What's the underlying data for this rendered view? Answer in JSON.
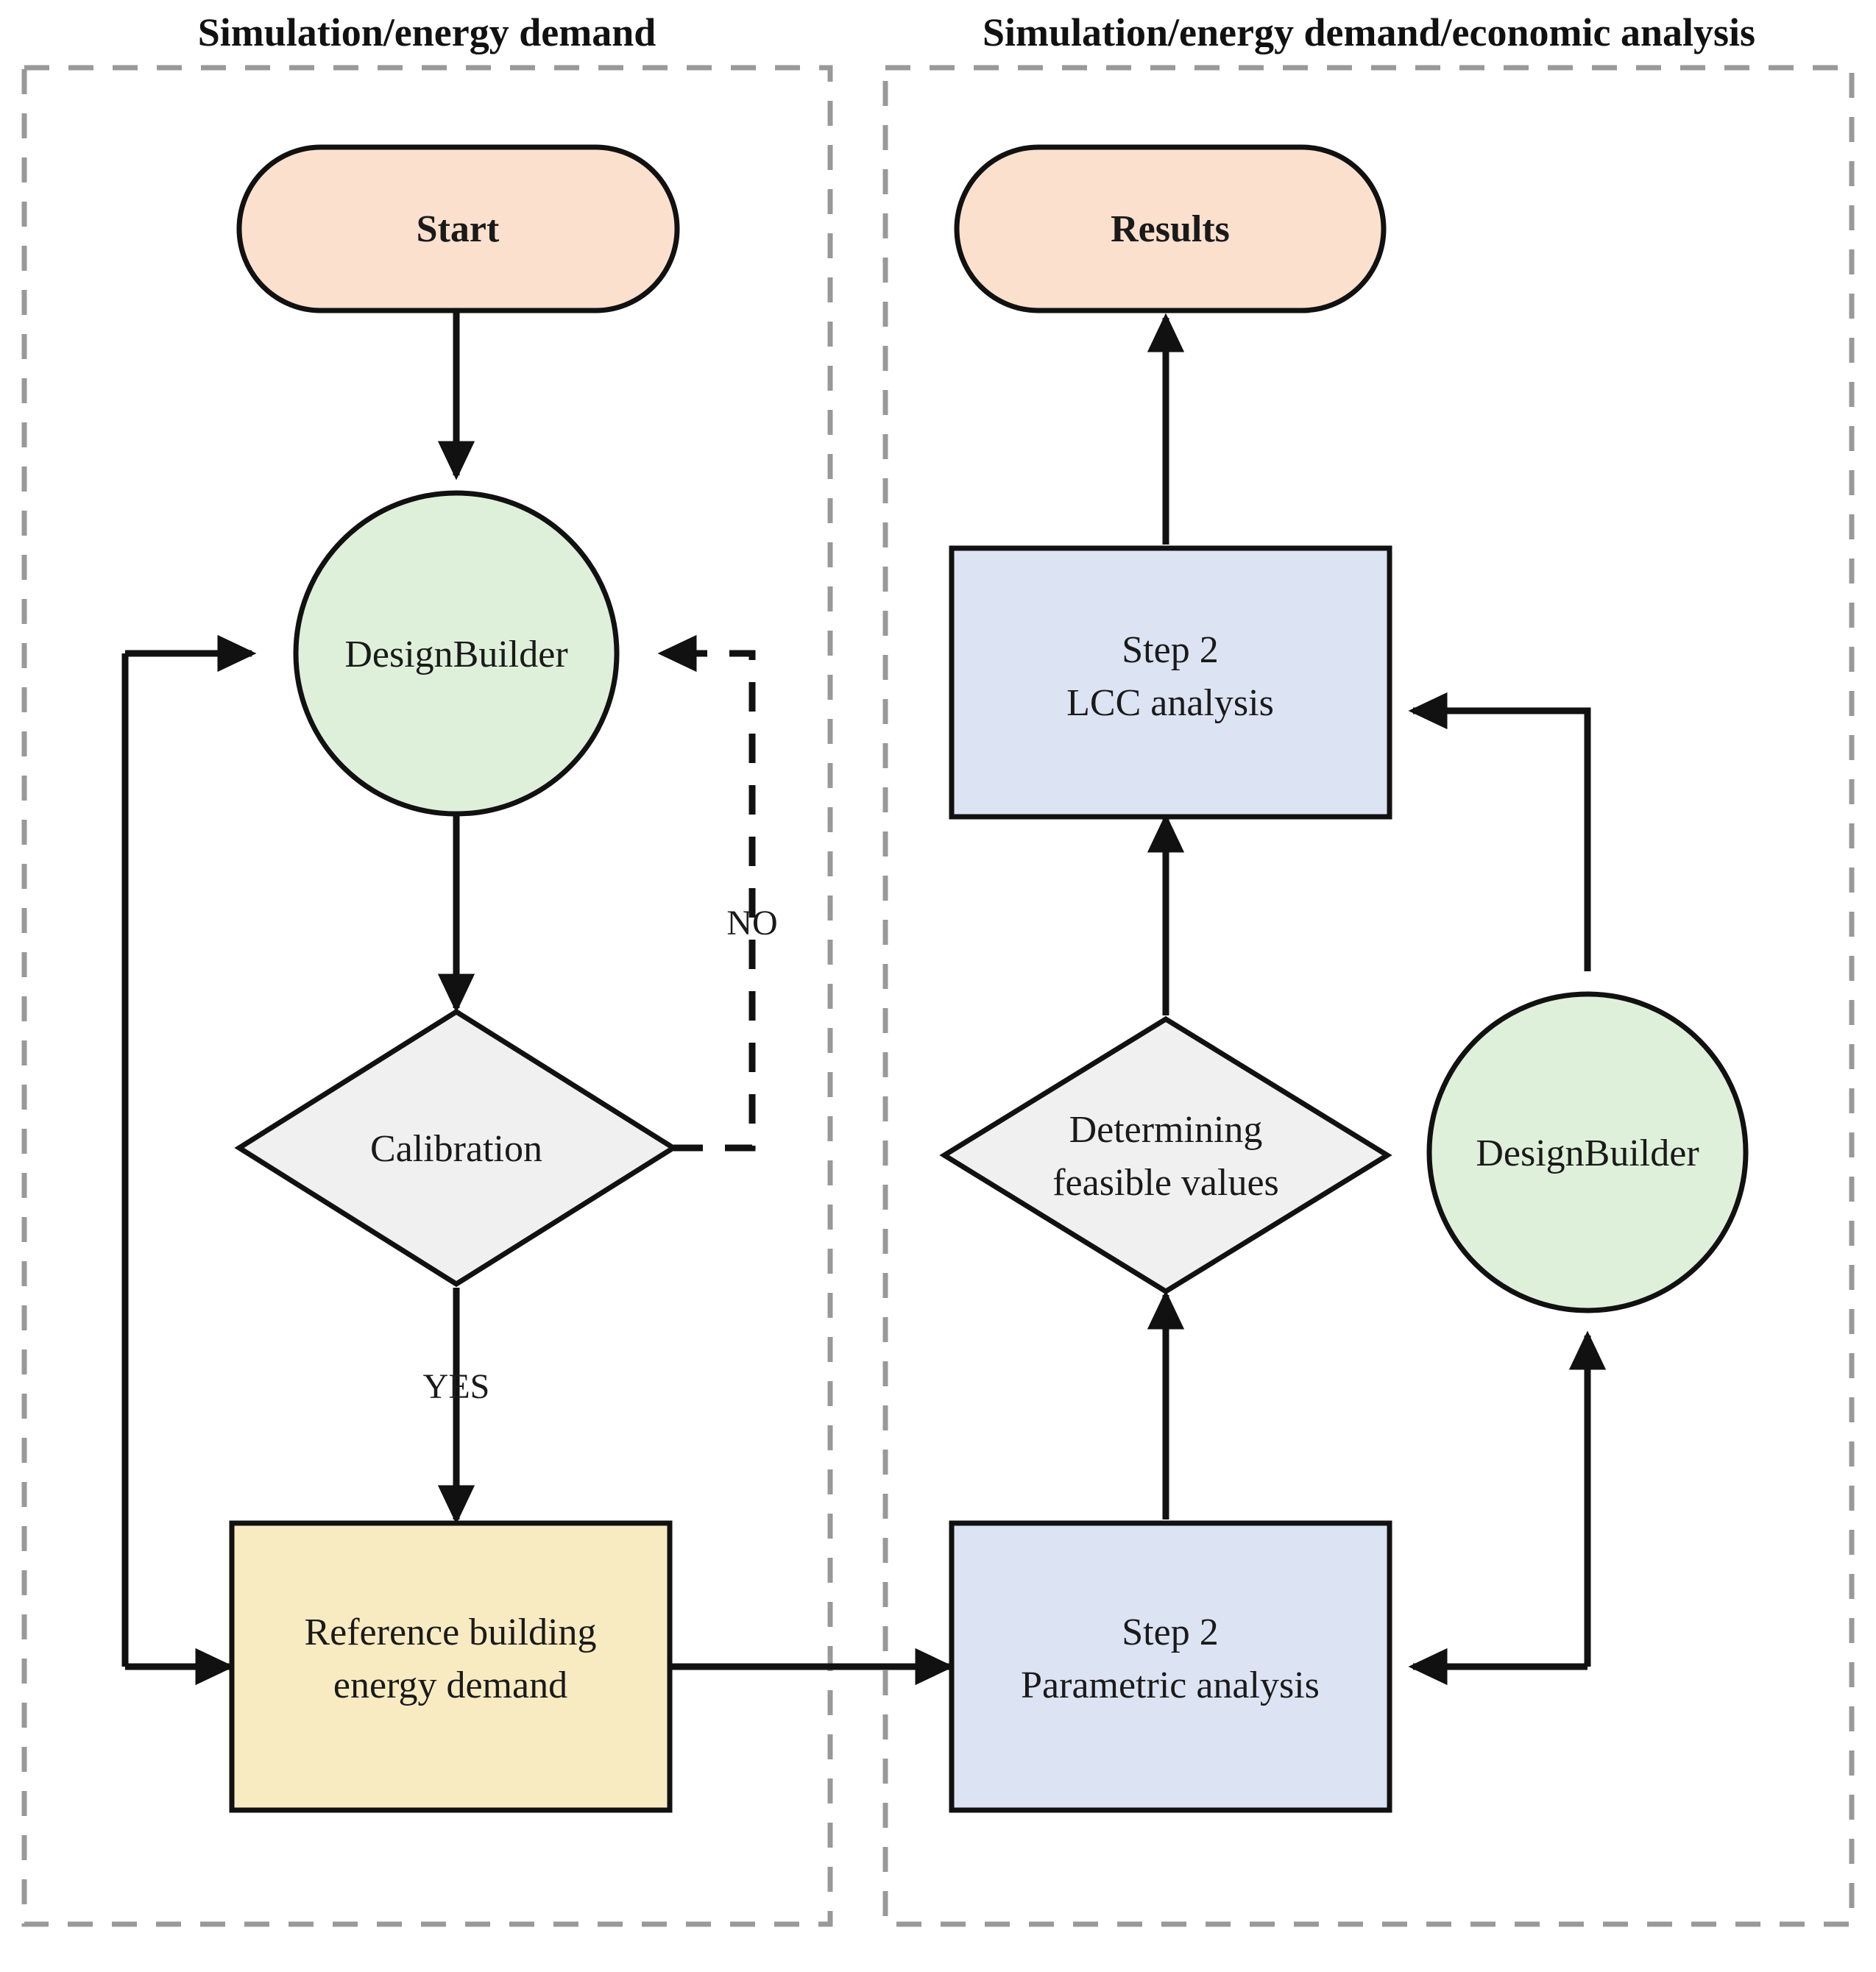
{
  "diagram": {
    "title": "Simulation workflow flowchart",
    "groups": [
      {
        "id": "left",
        "label": "Simulation/energy demand"
      },
      {
        "id": "right",
        "label": "Simulation/energy demand/economic analysis"
      }
    ],
    "nodes": [
      {
        "id": "start",
        "label": "Start",
        "shape": "stadium",
        "fill": "#FBE0CE"
      },
      {
        "id": "designbuilder_left",
        "label": "DesignBuilder",
        "shape": "circle",
        "fill": "#DFF0DA"
      },
      {
        "id": "calibration",
        "label": "Calibration",
        "shape": "diamond",
        "fill": "#F0F0F0"
      },
      {
        "id": "reference_building",
        "label_line1": "Reference building",
        "label_line2": "energy demand",
        "shape": "rect",
        "fill": "#F8EBC2"
      },
      {
        "id": "results",
        "label": "Results",
        "shape": "stadium",
        "fill": "#FBE0CE"
      },
      {
        "id": "lcc",
        "label_line1": "Step 2",
        "label_line2": "LCC analysis",
        "shape": "rect",
        "fill": "#DCE3F2"
      },
      {
        "id": "feasible",
        "label_line1": "Determining",
        "label_line2": "feasible values",
        "shape": "diamond",
        "fill": "#F0F0F0"
      },
      {
        "id": "designbuilder_right",
        "label": "DesignBuilder",
        "shape": "circle",
        "fill": "#DFF0DA"
      },
      {
        "id": "parametric",
        "label_line1": "Step 2",
        "label_line2": "Parametric analysis",
        "shape": "rect",
        "fill": "#DCE3F2"
      }
    ],
    "edge_labels": {
      "no": "NO",
      "yes": "YES"
    },
    "colors": {
      "stroke": "#111111",
      "group_border": "#999999",
      "peach": "#FBE0CE",
      "green": "#DFF0DA",
      "gray": "#F0F0F0",
      "yellow": "#F8EBC2",
      "blue": "#DCE3F2"
    }
  }
}
